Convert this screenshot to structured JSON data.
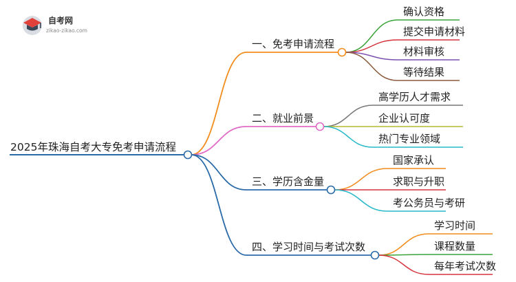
{
  "logo": {
    "title": "自考网",
    "url": "zikao-zikao.com",
    "icon": "graduation-cap-icon",
    "colors": {
      "icon_bg": "#d9dde3",
      "cap_red": "#e0413a",
      "cap_dark": "#3a4756",
      "title": "#333333",
      "url": "#888888"
    }
  },
  "root": {
    "label": "2025年珠海自考大专免考申请流程",
    "color": "#2a6aa8"
  },
  "branches": [
    {
      "label": "一、免考申请流程",
      "color": "#f28c1c",
      "children": [
        {
          "label": "确认资格",
          "color": "#3aa33a"
        },
        {
          "label": "提交申请材料",
          "color": "#d6323b"
        },
        {
          "label": "材料审核",
          "color": "#7a4fb0"
        },
        {
          "label": "等待结果",
          "color": "#8b5a3c"
        }
      ]
    },
    {
      "label": "二、就业前景",
      "color": "#e06bc8",
      "children": [
        {
          "label": "高学历人才需求",
          "color": "#777777"
        },
        {
          "label": "企业认可度",
          "color": "#b7b92c"
        },
        {
          "label": "热门专业领域",
          "color": "#27b8c8"
        }
      ]
    },
    {
      "label": "三、学历含金量",
      "color": "#2a6aa8",
      "children": [
        {
          "label": "国家承认",
          "color": "#f28c1c"
        },
        {
          "label": "求职与升职",
          "color": "#d6323b"
        },
        {
          "label": "考公务员与考研",
          "color": "#27b8c8"
        }
      ]
    },
    {
      "label": "四、学习时间与考试次数",
      "color": "#2a6aa8",
      "children": [
        {
          "label": "学习时间",
          "color": "#f28c1c"
        },
        {
          "label": "课程数量",
          "color": "#3aa33a"
        },
        {
          "label": "每年考试次数",
          "color": "#d6323b"
        }
      ]
    }
  ]
}
